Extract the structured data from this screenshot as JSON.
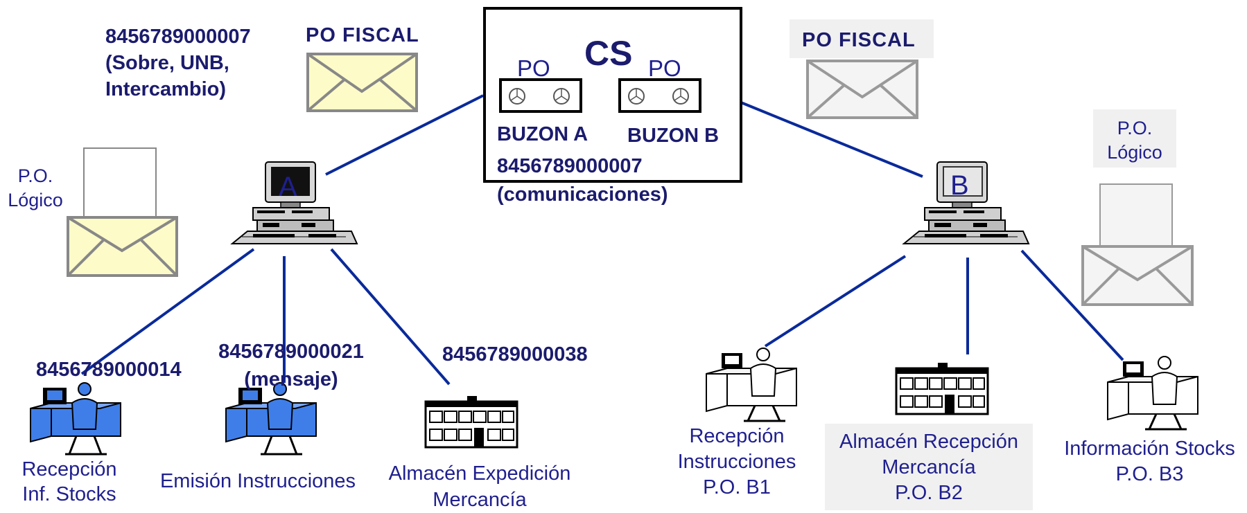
{
  "cs": {
    "title": "CS",
    "po_a": "PO",
    "po_b": "PO",
    "buzon_a": "BUZON A",
    "buzon_b": "BUZON B",
    "code": "8456789000007",
    "code_note": "(comunicaciones)"
  },
  "left": {
    "sobre_code": "8456789000007",
    "sobre_line2": "(Sobre, UNB,",
    "sobre_line3": "Intercambio)",
    "po_fiscal": "PO FISCAL",
    "po_logico_1": "P.O.",
    "po_logico_2": "Lógico",
    "computer_label": "A"
  },
  "right": {
    "po_fiscal": "PO FISCAL",
    "po_logico_1": "P.O.",
    "po_logico_2": "Lógico",
    "computer_label": "B"
  },
  "nodes": {
    "a1_code": "8456789000014",
    "a1_line1": "Recepción",
    "a1_line2": "Inf. Stocks",
    "a2_code": "8456789000021",
    "a2_code_note": "(mensaje)",
    "a2_label": "Emisión Instrucciones",
    "a3_code": "8456789000038",
    "a3_line1": "Almacén Expedición",
    "a3_line2": "Mercancía",
    "b1_line1": "Recepción",
    "b1_line2": "Instrucciones",
    "b1_line3": "P.O.  B1",
    "b2_line1": "Almacén Recepción",
    "b2_line2": "Mercancía",
    "b2_line3": "P.O.  B2",
    "b3_line1": "Información Stocks",
    "b3_line2": "P.O. B3"
  },
  "colors": {
    "link": "#0a2a9a",
    "text": "#1b1b6e",
    "envelope_yellow": "#fdfbc8",
    "envelope_gray": "#f2f2f2",
    "workstation_blue": "#3f7ee8"
  }
}
